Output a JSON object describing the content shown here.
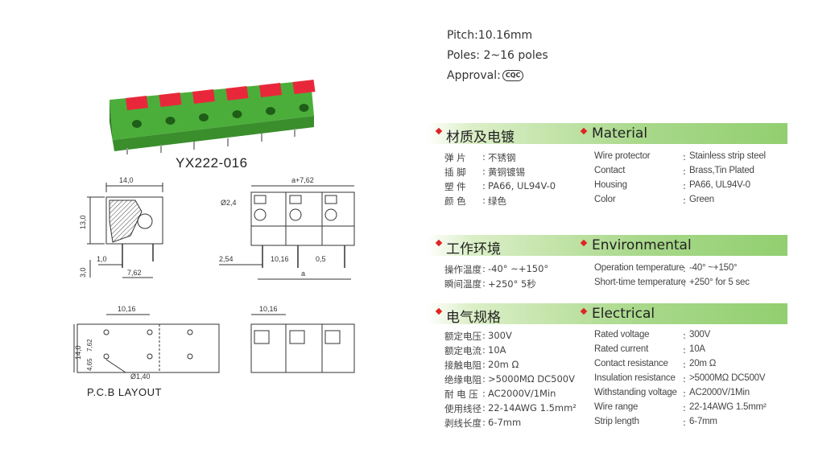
{
  "info": {
    "pitch": "Pitch:10.16mm",
    "poles": "Poles: 2~16 poles",
    "approval": "Approval:",
    "approval_mark": "CQC"
  },
  "product": {
    "model": "YX222-016",
    "pcb_layout_label": "P.C.B  LAYOUT"
  },
  "drawing_dims": {
    "side_width": "14,0",
    "side_height": "13,0",
    "side_pin_offset": "1,0",
    "side_pin_pitch": "7,62",
    "side_pin_len": "3,0",
    "front_total": "a+7,62",
    "front_hole": "Ø2,4",
    "front_left": "2,54",
    "front_pitch": "10,16",
    "front_right": "0,5",
    "front_a": "a",
    "pcb_pitch": "10,16",
    "pcb_height": "14,0",
    "pcb_row": "7,62",
    "pcb_edge": "4,65",
    "pcb_hole": "Ø1,40",
    "top_pitch": "10,16"
  },
  "sections": {
    "material": {
      "cn_title": "材质及电镀",
      "en_title": "Material",
      "rows": [
        {
          "cn_label": "弹    片",
          "cn_value": "不锈钢",
          "en_label": "Wire protector",
          "en_value": "Stainless strip steel"
        },
        {
          "cn_label": "插    脚",
          "cn_value": "黄铜镀锡",
          "en_label": "Contact",
          "en_value": "Brass,Tin Plated"
        },
        {
          "cn_label": "塑    件",
          "cn_value": "PA66, UL94V-0",
          "en_label": "Housing",
          "en_value": "PA66, UL94V-0"
        },
        {
          "cn_label": "颜    色",
          "cn_value": "绿色",
          "en_label": "Color",
          "en_value": "Green"
        }
      ]
    },
    "environmental": {
      "cn_title": "工作环境",
      "en_title": "Environmental",
      "rows": [
        {
          "cn_label": "操作温度",
          "cn_value": "-40°  ~+150°",
          "en_label": "Operation  temperature",
          "en_value": "-40°  ~+150°"
        },
        {
          "cn_label": "瞬间温度",
          "cn_value": "+250°    5秒",
          "en_label": "Short-time  temperature",
          "en_value": "+250°  for 5 sec"
        }
      ]
    },
    "electrical": {
      "cn_title": "电气规格",
      "en_title": "Electrical",
      "rows": [
        {
          "cn_label": "额定电压",
          "cn_value": "300V",
          "en_label": "Rated  voltage",
          "en_value": "300V"
        },
        {
          "cn_label": "额定电流",
          "cn_value": "10A",
          "en_label": "Rated  current",
          "en_value": "10A"
        },
        {
          "cn_label": "接触电阻",
          "cn_value": "20m Ω",
          "en_label": "Contact  resistance",
          "en_value": "20m Ω"
        },
        {
          "cn_label": "绝缘电阻",
          "cn_value": ">5000MΩ  DC500V",
          "en_label": "Insulation  resistance",
          "en_value": ">5000MΩ  DC500V"
        },
        {
          "cn_label": "耐 电 压",
          "cn_value": "AC2000V/1Min",
          "en_label": "Withstanding  voltage",
          "en_value": "AC2000V/1Min"
        },
        {
          "cn_label": "使用线径",
          "cn_value": "22-14AWG 1.5mm²",
          "en_label": "Wire  range",
          "en_value": "22-14AWG 1.5mm²"
        },
        {
          "cn_label": "剥线长度",
          "cn_value": "6-7mm",
          "en_label": "Strip  length",
          "en_value": "6-7mm"
        }
      ]
    }
  },
  "colors": {
    "housing_green": "#4caf3c",
    "button_red": "#e8283a",
    "bar_green": "#92cf70",
    "diamond_red": "#e02424"
  }
}
